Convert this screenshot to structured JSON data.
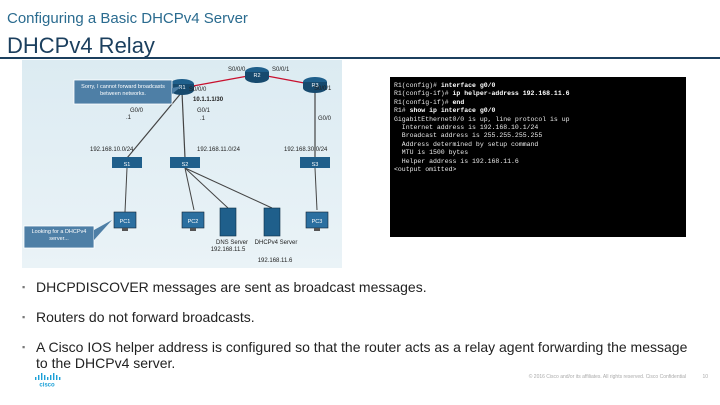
{
  "header": {
    "subtitle": "Configuring a Basic DHCPv4 Server",
    "title": "DHCPv4 Relay"
  },
  "topology": {
    "routers": [
      "R2",
      "R1",
      "R3"
    ],
    "interfaces": {
      "r2_left": "S0/0/0",
      "r2_right": "S0/0/1",
      "r1_s": "S0/0/0",
      "r1_link": "10.1.1.1/30",
      "r1_g1": "G0/1",
      "r1_g1_ip": ".1",
      "r1_g0": "G0/0",
      "r1_g0_ip": ".1",
      "r3_s": "S0/0/1",
      "r3_g0": "G0/0"
    },
    "networks": [
      "192.168.10.0/24",
      "192.168.11.0/24",
      "192.168.30.0/24"
    ],
    "switches": [
      "S1",
      "S2",
      "S3"
    ],
    "pcs": [
      "PC1",
      "PC2",
      "PC3"
    ],
    "dns_server": {
      "name": "DNS Server",
      "ip": "192.168.11.5"
    },
    "dhcp_server": {
      "name": "DHCPv4 Server",
      "ip": "192.168.11.6"
    },
    "callout_router": "Sorry, I cannot forward broadcasts between networks.",
    "callout_pc": "Looking for a DHCPv4 server..."
  },
  "terminal": {
    "lines": [
      {
        "prompt": "R1(config)# ",
        "cmd": "interface g0/0"
      },
      {
        "prompt": "R1(config-if)# ",
        "cmd": "ip helper-address 192.168.11.6"
      },
      {
        "prompt": "R1(config-if)# ",
        "cmd": "end"
      },
      {
        "prompt": "R1# ",
        "cmd": "show ip interface g0/0"
      },
      {
        "prompt": "",
        "cmd": "",
        "out": "GigabitEthernet0/0 is up, line protocol is up"
      },
      {
        "prompt": "",
        "cmd": "",
        "out": "  Internet address is 192.168.10.1/24"
      },
      {
        "prompt": "",
        "cmd": "",
        "out": "  Broadcast address is 255.255.255.255"
      },
      {
        "prompt": "",
        "cmd": "",
        "out": "  Address determined by setup command"
      },
      {
        "prompt": "",
        "cmd": "",
        "out": "  MTU is 1500 bytes"
      },
      {
        "prompt": "",
        "cmd": "",
        "out": "  Helper address is 192.168.11.6"
      },
      {
        "prompt": "",
        "cmd": "",
        "out": "<output omitted>"
      }
    ]
  },
  "bullets": [
    "DHCPDISCOVER messages are sent as broadcast messages.",
    "Routers do not forward broadcasts.",
    "A Cisco IOS helper address is configured so that the router acts as a relay agent forwarding the message to the DHCPv4 server."
  ],
  "footer": {
    "copyright": "© 2016  Cisco and/or its affiliates. All rights reserved.   Cisco Confidential",
    "page": "10",
    "logo_text": "cisco"
  }
}
